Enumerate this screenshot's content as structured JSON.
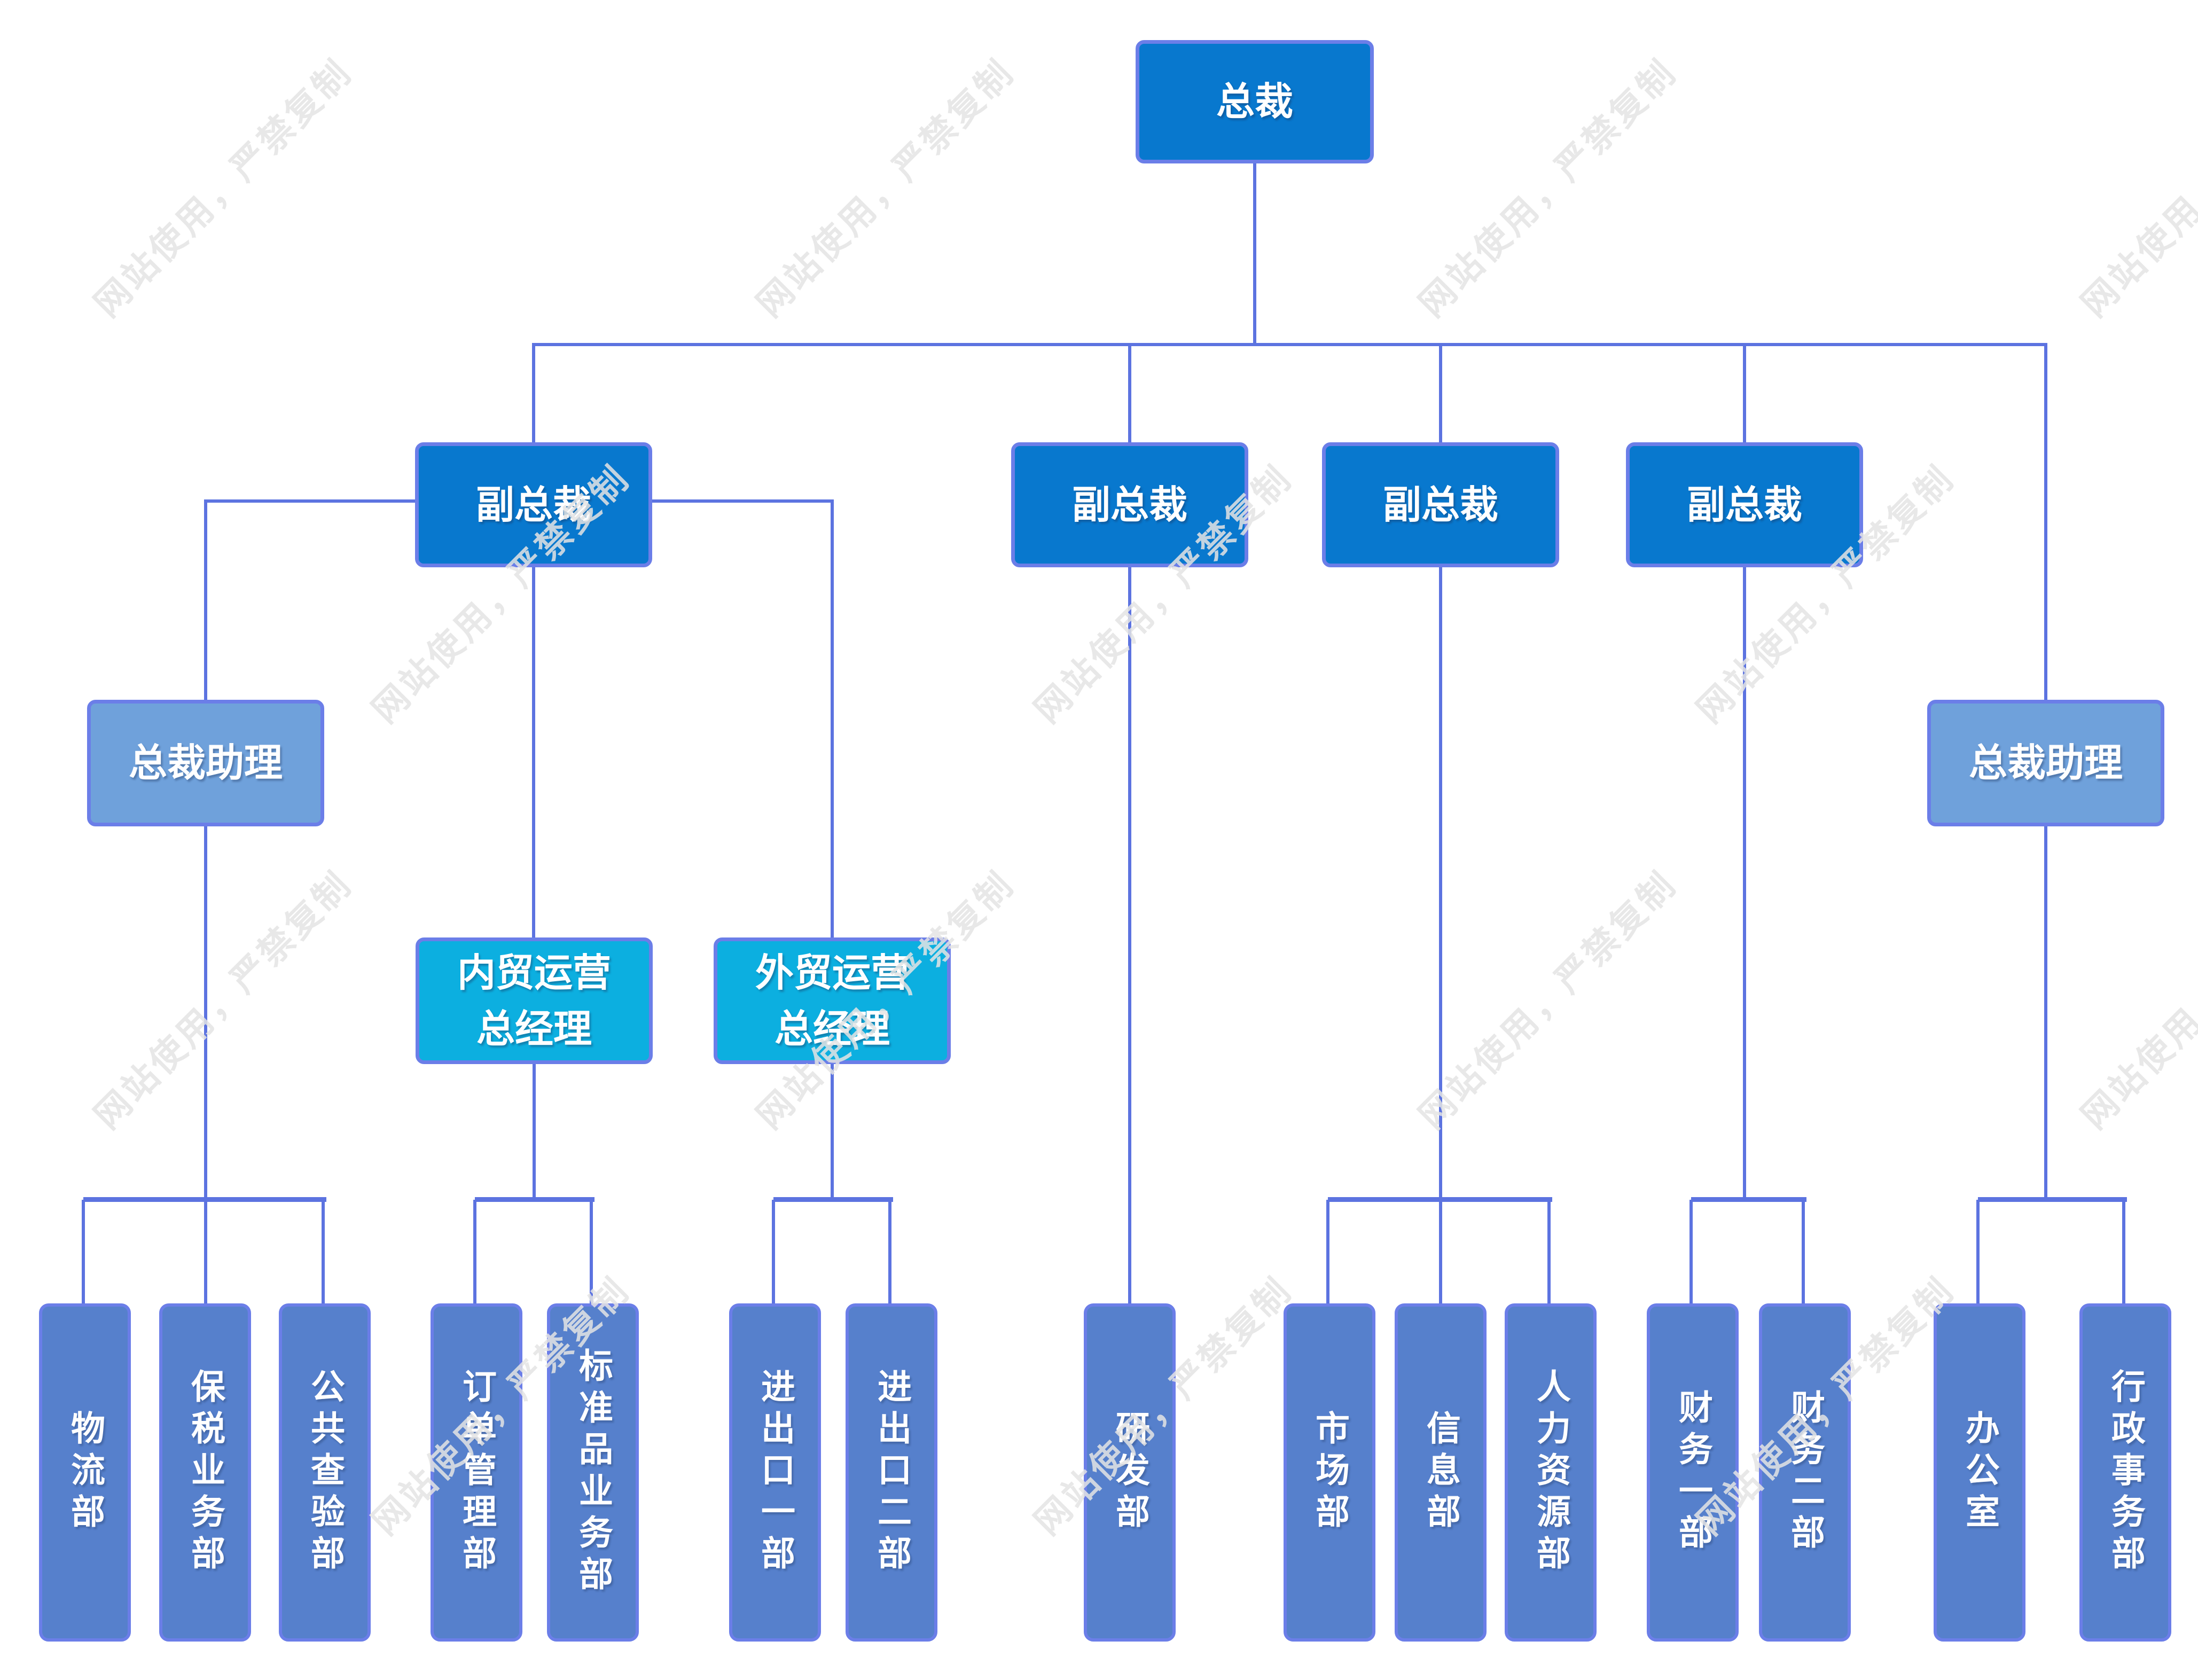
{
  "org": {
    "president": {
      "label": "总裁"
    },
    "vps": [
      {
        "label": "副总裁"
      },
      {
        "label": "副总裁"
      },
      {
        "label": "副总裁"
      },
      {
        "label": "副总裁"
      }
    ],
    "assistants": [
      {
        "label": "总裁助理"
      },
      {
        "label": "总裁助理"
      }
    ],
    "gms": [
      {
        "label": "内贸运营\n总经理"
      },
      {
        "label": "外贸运营\n总经理"
      }
    ],
    "depts": [
      {
        "label": "物流部"
      },
      {
        "label": "保税业务部"
      },
      {
        "label": "公共查验部"
      },
      {
        "label": "订单管理部"
      },
      {
        "label": "标准品业务部"
      },
      {
        "label": "进出口一部"
      },
      {
        "label": "进出口二部"
      },
      {
        "label": "研发部"
      },
      {
        "label": "市场部"
      },
      {
        "label": "信息部"
      },
      {
        "label": "人力资源部"
      },
      {
        "label": "财务一部"
      },
      {
        "label": "财务二部"
      },
      {
        "label": "办公室"
      },
      {
        "label": "行政事务部"
      }
    ]
  },
  "watermark": {
    "text": "网站使用，严禁复制"
  },
  "colors": {
    "executive_fill": "#0878CE",
    "assistant_fill": "#6FA1DB",
    "gm_fill": "#0CAFE0",
    "dept_fill": "#5680CC",
    "box_border": "#6B7EE8",
    "connector": "#5C73E0",
    "text": "#FFFFFF",
    "watermark": "#E4E4E4"
  }
}
